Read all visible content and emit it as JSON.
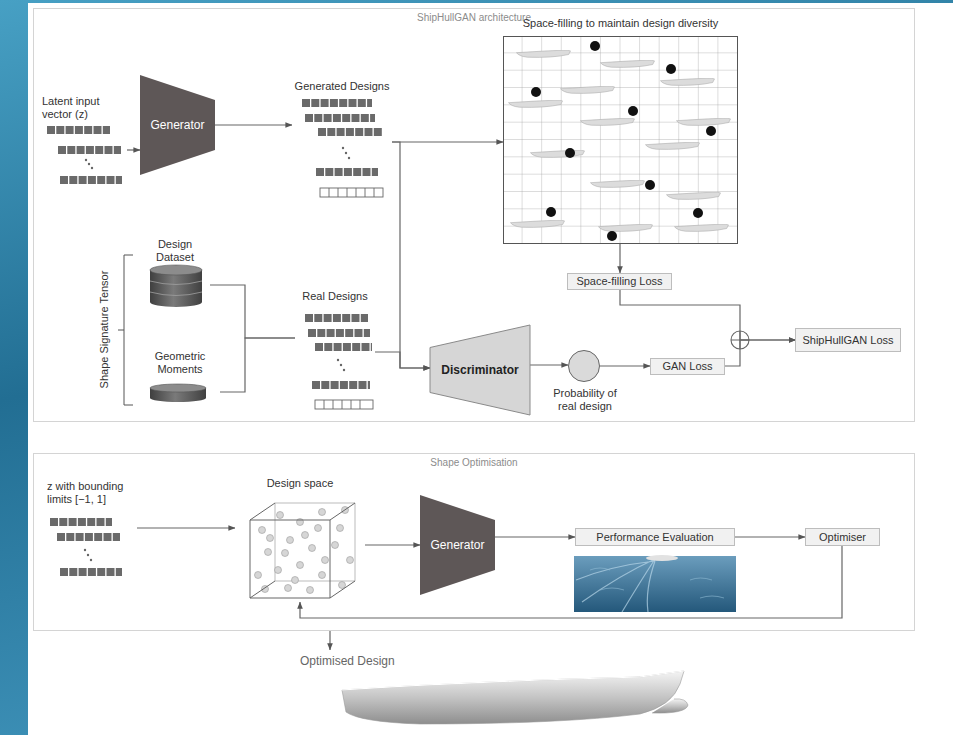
{
  "diagram": {
    "nodes": [
      {
        "text": [
          "ShipHullGAN architecture"
        ]
      },
      {
        "text": [
          "Latent input vector (z)"
        ],
        "in": 0
      },
      {
        "text": [
          "Generator"
        ],
        "in": 0
      },
      {
        "text": [
          "Generated Designs"
        ],
        "in": 0
      },
      {
        "text": [
          "Space-filling to maintain design diversity"
        ],
        "in": 0
      },
      {
        "text": [
          "Space-filling Loss"
        ],
        "in": 0
      },
      {
        "text": [
          "Design Dataset"
        ],
        "in": 0
      },
      {
        "text": [
          "Geometric Moments"
        ],
        "in": 0
      },
      {
        "text": [
          "Real Designs"
        ],
        "in": 0
      },
      {
        "text": [
          "Discriminator"
        ],
        "in": 0
      },
      {
        "text": [
          "Probability of real design"
        ],
        "in": 0
      },
      {
        "text": [
          "GAN Loss"
        ],
        "in": 0
      },
      {
        "text": [
          "ShipHullGAN Loss"
        ],
        "in": 0
      },
      {
        "text": [
          "Shape Optimisation"
        ]
      },
      {
        "text": [
          "z with bounding limits [−1, 1]"
        ],
        "in": 13
      },
      {
        "text": [
          "Design space"
        ],
        "in": 13
      },
      {
        "text": [
          "Generator"
        ],
        "in": 13
      },
      {
        "text": [
          "Performance Evaluation"
        ],
        "in": 13
      },
      {
        "text": [
          "Optimiser"
        ],
        "in": 13
      },
      {
        "text": [
          "Optimised Design"
        ]
      }
    ],
    "edges": [
      {
        "from": 1,
        "to": 2,
        "arrow": "to"
      },
      {
        "from": 2,
        "to": 3,
        "arrow": "to"
      },
      {
        "from": 3,
        "to": 4,
        "arrow": "to"
      },
      {
        "from": 3,
        "to": 9,
        "arrow": "to"
      },
      {
        "from": 8,
        "to": 9,
        "arrow": "to"
      },
      {
        "from": 6,
        "to": 8,
        "arrow": "none"
      },
      {
        "from": 7,
        "to": 8,
        "arrow": "none"
      },
      {
        "from": 9,
        "to": 10,
        "arrow": "to"
      },
      {
        "from": 10,
        "to": 11,
        "arrow": "to"
      },
      {
        "from": 4,
        "to": 5,
        "arrow": "to"
      },
      {
        "from": 5,
        "to": 12,
        "arrow": "to"
      },
      {
        "from": 11,
        "to": 12,
        "arrow": "to"
      },
      {
        "from": 14,
        "to": 15,
        "arrow": "to"
      },
      {
        "from": 15,
        "to": 16,
        "arrow": "to"
      },
      {
        "from": 16,
        "to": 17,
        "arrow": "to"
      },
      {
        "from": 17,
        "to": 18,
        "arrow": "to"
      },
      {
        "from": 18,
        "to": 15,
        "arrow": "to"
      },
      {
        "from": 13,
        "to": 19,
        "arrow": "to"
      }
    ],
    "labels": [
      "Shape Signature Tensor"
    ]
  }
}
